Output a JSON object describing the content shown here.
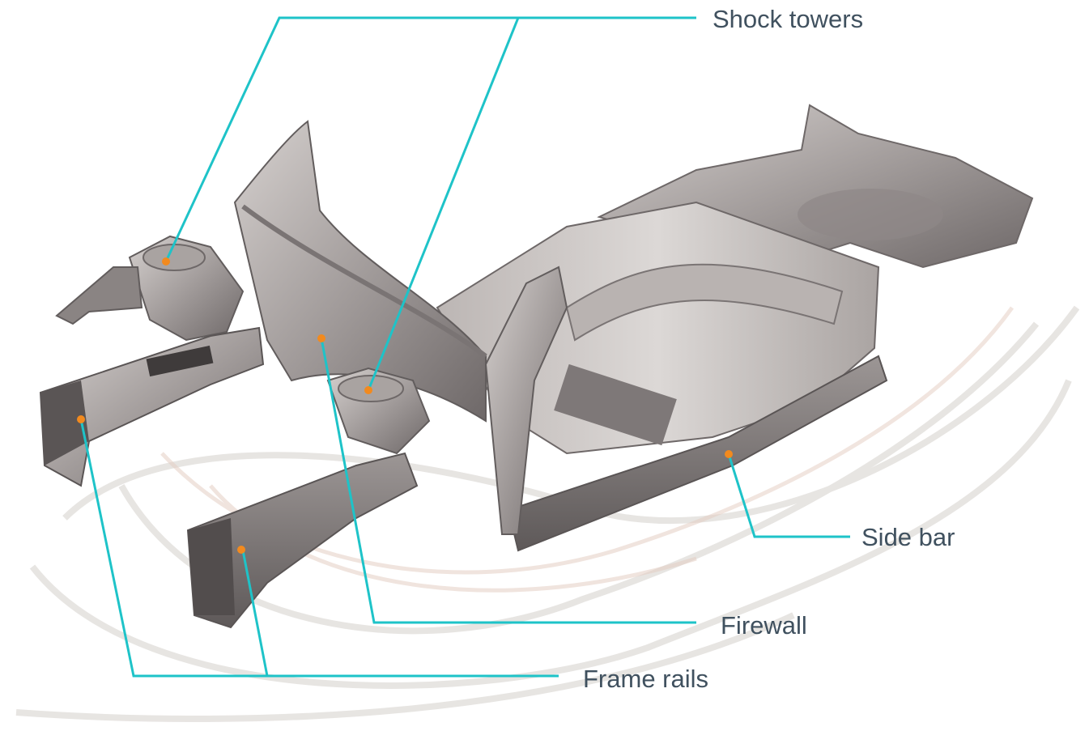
{
  "labels": {
    "shock_towers": "Shock towers",
    "side_bar": "Side bar",
    "firewall": "Firewall",
    "frame_rails": "Frame rails"
  },
  "colors": {
    "leader_line": "#1ec3c8",
    "marker_dot": "#f28a1e",
    "label_text": "#40515f",
    "metal_dark": "#6f6a6a",
    "metal_mid": "#9a9595",
    "metal_light": "#c9c4c2",
    "floor_shadow": "#d8d4d0"
  },
  "icons": {
    "car_body": "car-body-in-white-illustration"
  }
}
